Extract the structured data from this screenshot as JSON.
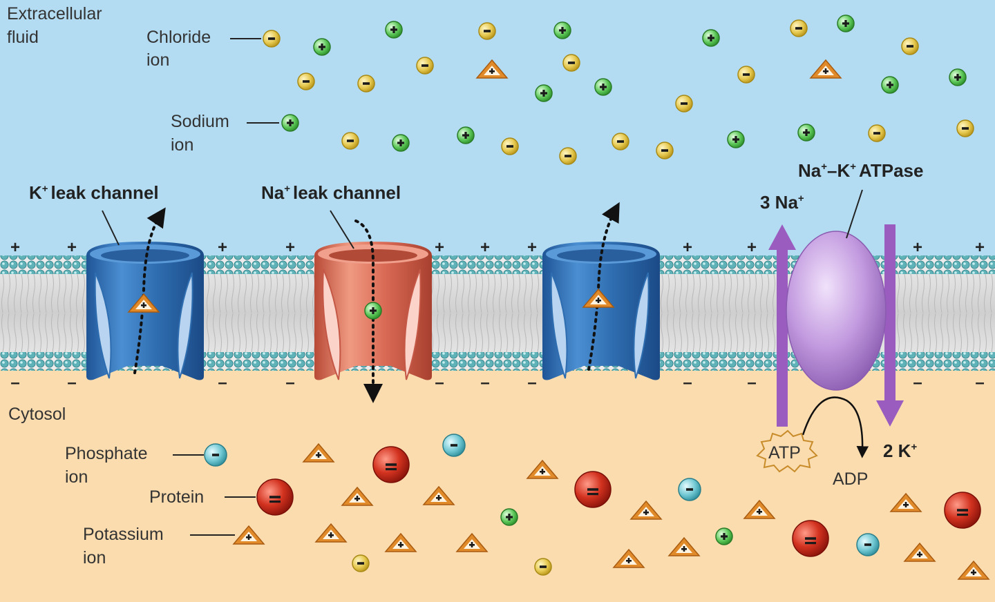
{
  "labels": {
    "extracellular_line1": "Extracellular",
    "extracellular_line2": "fluid",
    "cytosol": "Cytosol",
    "chloride_line1": "Chloride",
    "chloride_line2": "ion",
    "sodium_line1": "Sodium",
    "sodium_line2": "ion",
    "phosphate_line1": "Phosphate",
    "phosphate_line2": "ion",
    "protein": "Protein",
    "potassium_line1": "Potassium",
    "potassium_line2": "ion",
    "k_leak_channel": "leak channel",
    "na_leak_channel": "leak channel",
    "atpase": "ATPase",
    "three_na": "3 Na",
    "two_k": "2 K",
    "atp": "ATP",
    "adp": "ADP",
    "k_symbol": "K",
    "na_symbol": "Na",
    "na_k_symbol": "Na",
    "dash_k": "–K",
    "superscript_plus": "+",
    "charge_plus": "+",
    "charge_minus": "–"
  },
  "colors": {
    "extracellular": "#b3dcf2",
    "cytosol": "#fbdcae",
    "k_channel": "#2e6db0",
    "na_channel": "#d96a55",
    "pump": "#b98fd6",
    "pump_arrow": "#9b5cc0",
    "chloride": "#e2c44f",
    "sodium": "#5ec85a",
    "potassium": "#e08a2a",
    "phosphate": "#6fc7d2",
    "protein": "#c8281c"
  },
  "icons": {
    "chloride": "chloride-ion-icon",
    "sodium": "sodium-ion-icon",
    "potassium": "potassium-ion-icon",
    "phosphate": "phosphate-ion-icon",
    "protein": "protein-icon"
  }
}
